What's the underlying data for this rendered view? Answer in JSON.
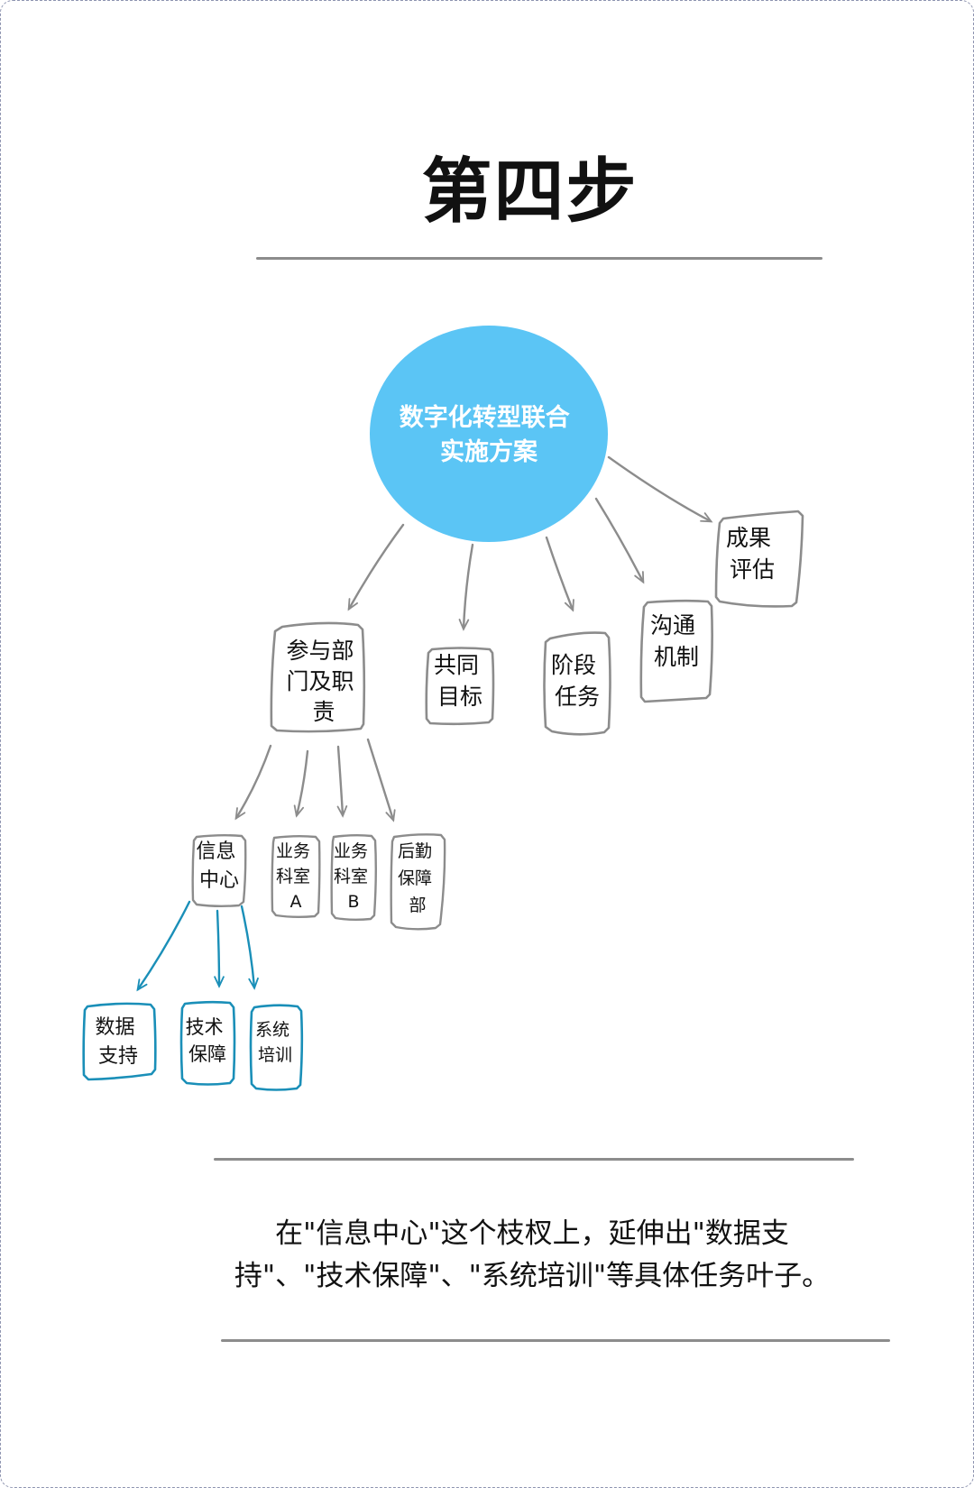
{
  "title": "第四步",
  "root": {
    "lines": [
      "数字化转型联合",
      "实施方案"
    ],
    "color": "#5bc5f5"
  },
  "branches": [
    {
      "id": "depts",
      "lines": [
        "参与部",
        "门及职",
        "责"
      ]
    },
    {
      "id": "goal",
      "lines": [
        "共同",
        "目标"
      ]
    },
    {
      "id": "tasks",
      "lines": [
        "阶段",
        "任务"
      ]
    },
    {
      "id": "comm",
      "lines": [
        "沟通",
        "机制"
      ]
    },
    {
      "id": "eval",
      "lines": [
        "成果",
        "评估"
      ]
    }
  ],
  "departments": [
    {
      "id": "info",
      "lines": [
        "信息",
        "中心"
      ]
    },
    {
      "id": "biz_a",
      "lines": [
        "业务",
        "科室",
        "A"
      ]
    },
    {
      "id": "biz_b",
      "lines": [
        "业务",
        "科室",
        "B"
      ]
    },
    {
      "id": "logistics",
      "lines": [
        "后勤",
        "保障",
        "部"
      ]
    }
  ],
  "leaves": [
    {
      "id": "data",
      "lines": [
        "数据",
        "支持"
      ]
    },
    {
      "id": "tech",
      "lines": [
        "技术",
        "保障"
      ]
    },
    {
      "id": "train",
      "lines": [
        "系统",
        "培训"
      ]
    }
  ],
  "colors": {
    "branch_stroke": "#8c8c8c",
    "leaf_stroke": "#1a8fb8",
    "text": "#111111"
  },
  "caption": {
    "line1": "在\"信息中心\"这个枝杈上，延伸出\"数据支",
    "line2": "持\"、\"技术保障\"、\"系统培训\"等具体任务叶子。"
  }
}
